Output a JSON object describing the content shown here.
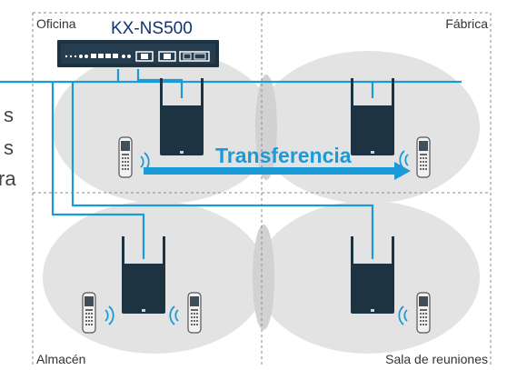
{
  "device": {
    "name": "KX-NS500"
  },
  "zones": {
    "office": "Oficina",
    "factory": "Fábrica",
    "warehouse": "Almacén",
    "meeting_room": "Sala de reuniones"
  },
  "handover_label": "Transferencia",
  "edge_fragments": [
    "s",
    "s",
    "ra"
  ],
  "colors": {
    "wire": "#1a9bd7",
    "accent": "#1a9bd7",
    "coverage": "#e3e3e3",
    "overlap": "#d2d2d2",
    "unit_dark": "#1e3342",
    "zone_border": "#8a8a8a"
  }
}
